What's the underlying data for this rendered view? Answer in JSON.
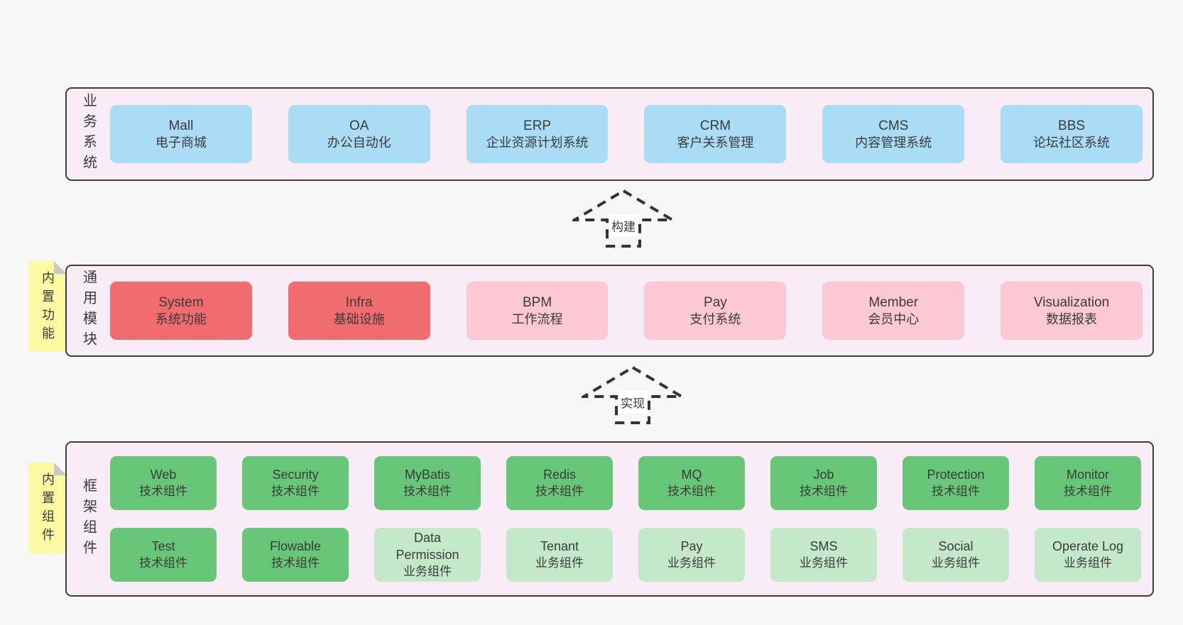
{
  "colors": {
    "page_bg": "#f7f7f7",
    "band_bg": "#f8edf6",
    "band_border": "#3d3d3d",
    "box_text": "#3b3b3b",
    "blue": "#aadcf6",
    "red": "#f16c6e",
    "pink": "#fbc8d3",
    "green": "#67c677",
    "green_light": "#c3e8ca",
    "sticky_yellow": "#fbf9a2",
    "sticky_fold": "#c9c9c9",
    "arrow": "#333333"
  },
  "bands": [
    {
      "label": "业务系统",
      "rows": [
        [
          {
            "name": "Mall",
            "desc": "电子商城",
            "color": "blue"
          },
          {
            "name": "OA",
            "desc": "办公自动化",
            "color": "blue"
          },
          {
            "name": "ERP",
            "desc": "企业资源计划系统",
            "color": "blue"
          },
          {
            "name": "CRM",
            "desc": "客户关系管理",
            "color": "blue"
          },
          {
            "name": "CMS",
            "desc": "内容管理系统",
            "color": "blue"
          },
          {
            "name": "BBS",
            "desc": "论坛社区系统",
            "color": "blue"
          }
        ]
      ]
    },
    {
      "label": "通用模块",
      "sticky": "内置功能",
      "rows": [
        [
          {
            "name": "System",
            "desc": "系统功能",
            "color": "red"
          },
          {
            "name": "Infra",
            "desc": "基础设施",
            "color": "red"
          },
          {
            "name": "BPM",
            "desc": "工作流程",
            "color": "pink"
          },
          {
            "name": "Pay",
            "desc": "支付系统",
            "color": "pink"
          },
          {
            "name": "Member",
            "desc": "会员中心",
            "color": "pink"
          },
          {
            "name": "Visualization",
            "desc": "数据报表",
            "color": "pink"
          }
        ]
      ]
    },
    {
      "label": "框架组件",
      "sticky": "内置组件",
      "rows": [
        [
          {
            "name": "Web",
            "desc": "技术组件",
            "color": "green"
          },
          {
            "name": "Security",
            "desc": "技术组件",
            "color": "green"
          },
          {
            "name": "MyBatis",
            "desc": "技术组件",
            "color": "green"
          },
          {
            "name": "Redis",
            "desc": "技术组件",
            "color": "green"
          },
          {
            "name": "MQ",
            "desc": "技术组件",
            "color": "green"
          },
          {
            "name": "Job",
            "desc": "技术组件",
            "color": "green"
          },
          {
            "name": "Protection",
            "desc": "技术组件",
            "color": "green"
          },
          {
            "name": "Monitor",
            "desc": "技术组件",
            "color": "green"
          }
        ],
        [
          {
            "name": "Test",
            "desc": "技术组件",
            "color": "green"
          },
          {
            "name": "Flowable",
            "desc": "技术组件",
            "color": "green"
          },
          {
            "name": "Data Permission",
            "desc": "业务组件",
            "color": "green_light"
          },
          {
            "name": "Tenant",
            "desc": "业务组件",
            "color": "green_light"
          },
          {
            "name": "Pay",
            "desc": "业务组件",
            "color": "green_light"
          },
          {
            "name": "SMS",
            "desc": "业务组件",
            "color": "green_light"
          },
          {
            "name": "Social",
            "desc": "业务组件",
            "color": "green_light"
          },
          {
            "name": "Operate Log",
            "desc": "业务组件",
            "color": "green_light"
          }
        ]
      ]
    }
  ],
  "arrows": [
    {
      "label": "构建"
    },
    {
      "label": "实现"
    }
  ]
}
